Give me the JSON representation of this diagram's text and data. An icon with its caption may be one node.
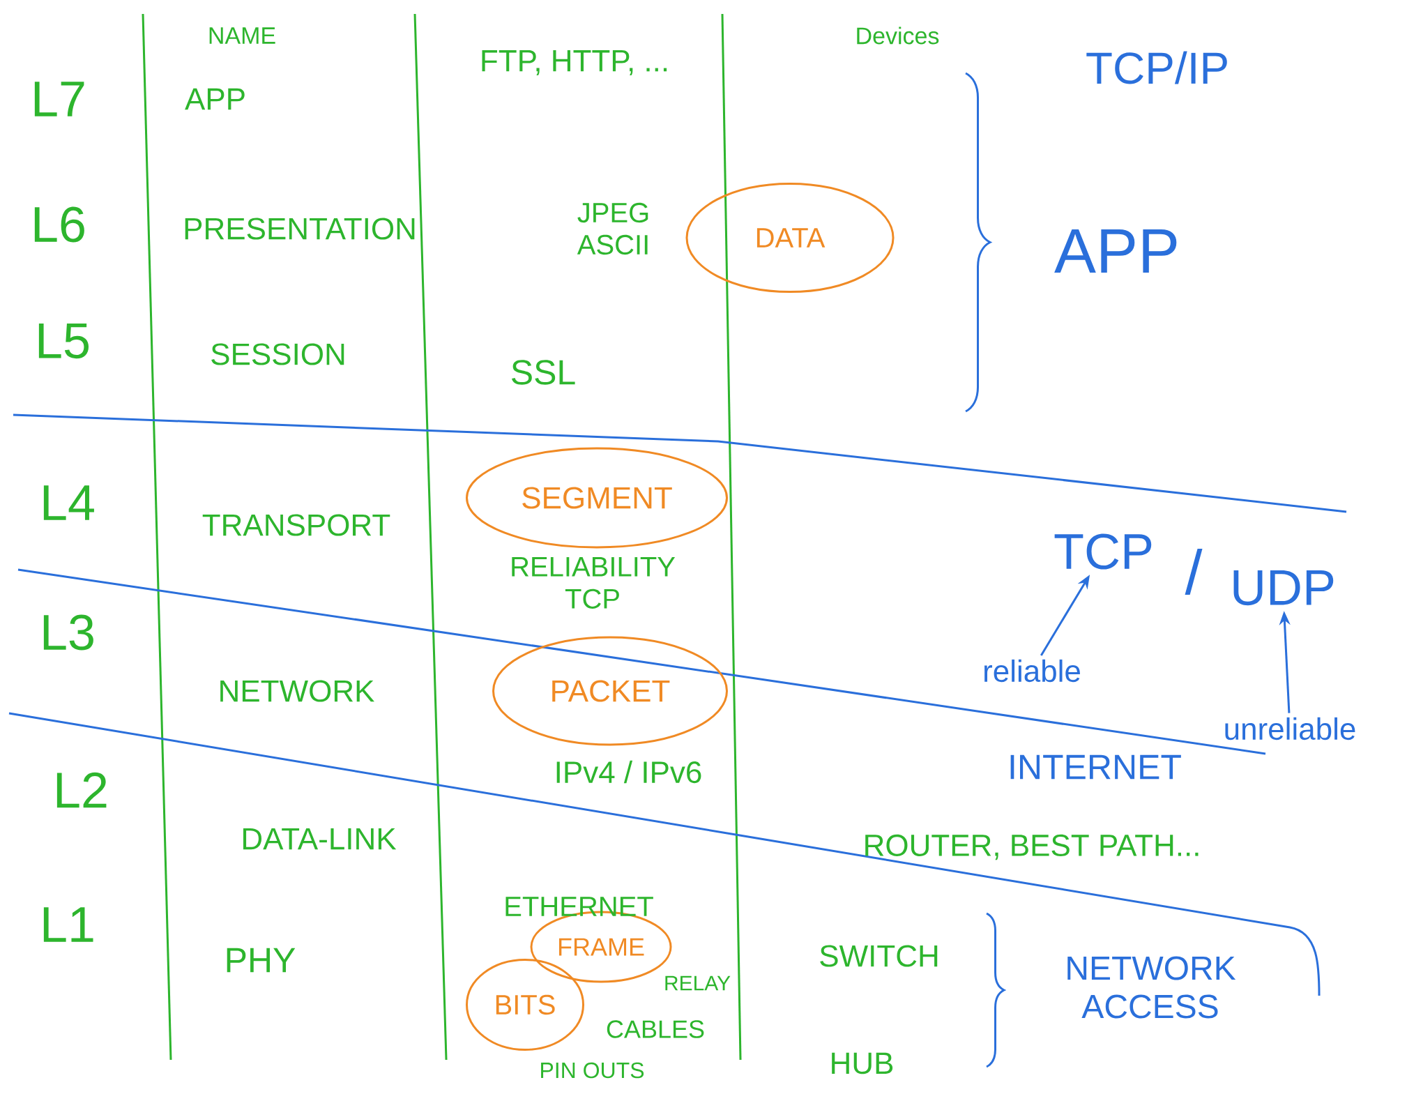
{
  "diagram": {
    "nodes": [
      {
        "text": [
          "DATA"
        ]
      },
      {
        "text": [
          "SEGMENT"
        ]
      },
      {
        "text": [
          "TCP"
        ]
      },
      {
        "text": [
          "UDP"
        ]
      },
      {
        "text": [
          "PACKET"
        ]
      },
      {
        "text": [
          "reliable"
        ]
      },
      {
        "text": [
          "unreliable"
        ]
      },
      {
        "text": [
          "FRAME"
        ]
      },
      {
        "text": [
          "BITS"
        ]
      }
    ],
    "edges": [
      {
        "from": 5,
        "to": 2,
        "arrow": "to"
      },
      {
        "from": 6,
        "to": 3,
        "arrow": "to"
      }
    ],
    "labels": [
      "NAME",
      "FTP, HTTP, ...",
      "Devices",
      "TCP/IP",
      "L7",
      "APP",
      "L6",
      "PRESENTATION",
      "JPEG ASCII",
      "APP",
      "L5",
      "SESSION",
      "SSL",
      "L4",
      "TRANSPORT",
      "/",
      "RELIABILITY TCP",
      "L3",
      "NETWORK",
      "IPv4 / IPv6",
      "INTERNET",
      "L2",
      "DATA-LINK",
      "ROUTER, BEST PATH...",
      "L1",
      "PHY",
      "ETHERNET",
      "RELAY",
      "SWITCH",
      "NETWORK ACCESS",
      "CABLES",
      "PIN OUTS",
      "HUB"
    ]
  }
}
